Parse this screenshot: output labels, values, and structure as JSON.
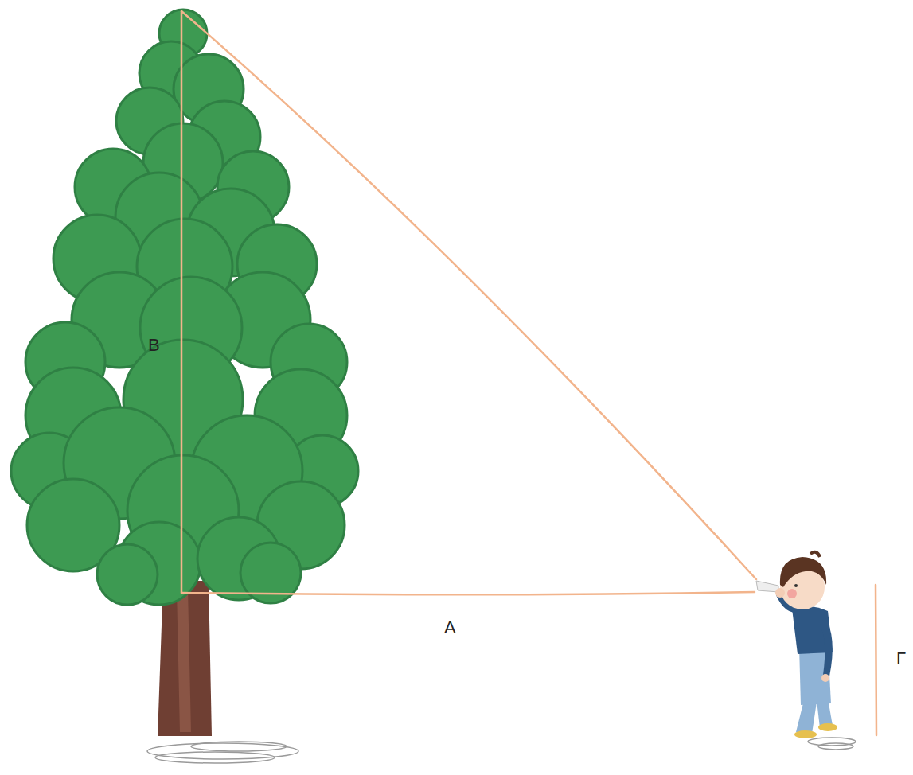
{
  "diagram": {
    "labels": [
      "Β",
      "Α",
      "Γ"
    ]
  }
}
